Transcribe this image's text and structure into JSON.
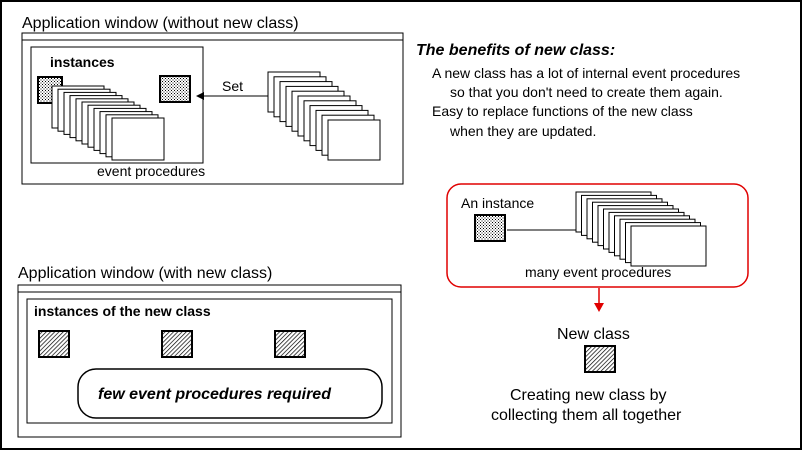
{
  "window_without": {
    "title": "Application window (without new class)",
    "instances_label": "instances",
    "set_label": "Set",
    "event_procedures_label": "event procedures"
  },
  "benefits": {
    "heading": "The benefits of new class:",
    "lines": [
      "A new class has a lot of internal event procedures",
      "so that you don't need to create them again.",
      "Easy to replace functions of the new class",
      "when they are updated."
    ]
  },
  "instance_box": {
    "instance_label": "An instance",
    "many_label": "many event procedures",
    "border_color": "#e00000"
  },
  "new_class": {
    "label": "New class",
    "caption_line1": "Creating new class by",
    "caption_line2": "collecting them all together"
  },
  "window_with": {
    "title": "Application window (with new class)",
    "instances_label": "instances of the new class",
    "few_label": "few event procedures required"
  }
}
